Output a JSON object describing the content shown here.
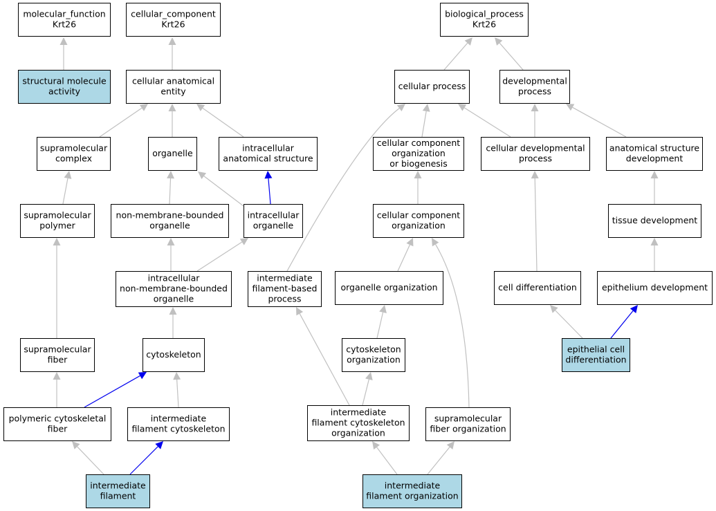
{
  "colors": {
    "highlight_fill": "#add8e6",
    "node_fill": "#ffffff",
    "node_border": "#000000",
    "edge_is_a": "#c0c0c0",
    "edge_part_of": "#0000ee"
  },
  "nodes": [
    {
      "id": "mf_root",
      "lines": [
        "molecular_function",
        "Krt26"
      ],
      "highlighted": false
    },
    {
      "id": "cc_root",
      "lines": [
        "cellular_component",
        "Krt26"
      ],
      "highlighted": false
    },
    {
      "id": "bp_root",
      "lines": [
        "biological_process",
        "Krt26"
      ],
      "highlighted": false
    },
    {
      "id": "structural_molecule_activity",
      "lines": [
        "structural molecule",
        "activity"
      ],
      "highlighted": true
    },
    {
      "id": "cellular_anatomical_entity",
      "lines": [
        "cellular anatomical",
        "entity"
      ],
      "highlighted": false
    },
    {
      "id": "cellular_process",
      "lines": [
        "cellular process"
      ],
      "highlighted": false
    },
    {
      "id": "developmental_process",
      "lines": [
        "developmental",
        "process"
      ],
      "highlighted": false
    },
    {
      "id": "supramolecular_complex",
      "lines": [
        "supramolecular",
        "complex"
      ],
      "highlighted": false
    },
    {
      "id": "organelle",
      "lines": [
        "organelle"
      ],
      "highlighted": false
    },
    {
      "id": "intracellular_anatomical_structure",
      "lines": [
        "intracellular",
        "anatomical structure"
      ],
      "highlighted": false
    },
    {
      "id": "cellular_component_organization_or_biogenesis",
      "lines": [
        "cellular component",
        "organization",
        "or biogenesis"
      ],
      "highlighted": false
    },
    {
      "id": "cellular_developmental_process",
      "lines": [
        "cellular developmental",
        "process"
      ],
      "highlighted": false
    },
    {
      "id": "anatomical_structure_development",
      "lines": [
        "anatomical structure",
        "development"
      ],
      "highlighted": false
    },
    {
      "id": "supramolecular_polymer",
      "lines": [
        "supramolecular",
        "polymer"
      ],
      "highlighted": false
    },
    {
      "id": "non_membrane_bounded_organelle",
      "lines": [
        "non-membrane-bounded",
        "organelle"
      ],
      "highlighted": false
    },
    {
      "id": "intracellular_organelle",
      "lines": [
        "intracellular",
        "organelle"
      ],
      "highlighted": false
    },
    {
      "id": "cellular_component_organization",
      "lines": [
        "cellular component",
        "organization"
      ],
      "highlighted": false
    },
    {
      "id": "tissue_development",
      "lines": [
        "tissue development"
      ],
      "highlighted": false
    },
    {
      "id": "intracellular_nmb_organelle",
      "lines": [
        "intracellular",
        "non-membrane-bounded",
        "organelle"
      ],
      "highlighted": false
    },
    {
      "id": "intermediate_filament_based_process",
      "lines": [
        "intermediate",
        "filament-based",
        "process"
      ],
      "highlighted": false
    },
    {
      "id": "organelle_organization",
      "lines": [
        "organelle organization"
      ],
      "highlighted": false
    },
    {
      "id": "cell_differentiation",
      "lines": [
        "cell differentiation"
      ],
      "highlighted": false
    },
    {
      "id": "epithelium_development",
      "lines": [
        "epithelium development"
      ],
      "highlighted": false
    },
    {
      "id": "supramolecular_fiber",
      "lines": [
        "supramolecular",
        "fiber"
      ],
      "highlighted": false
    },
    {
      "id": "cytoskeleton",
      "lines": [
        "cytoskeleton"
      ],
      "highlighted": false
    },
    {
      "id": "cytoskeleton_organization",
      "lines": [
        "cytoskeleton",
        "organization"
      ],
      "highlighted": false
    },
    {
      "id": "epithelial_cell_differentiation",
      "lines": [
        "epithelial cell",
        "differentiation"
      ],
      "highlighted": true
    },
    {
      "id": "polymeric_cytoskeletal_fiber",
      "lines": [
        "polymeric cytoskeletal",
        "fiber"
      ],
      "highlighted": false
    },
    {
      "id": "intermediate_filament_cytoskeleton",
      "lines": [
        "intermediate",
        "filament cytoskeleton"
      ],
      "highlighted": false
    },
    {
      "id": "if_cytoskeleton_organization",
      "lines": [
        "intermediate",
        "filament cytoskeleton",
        "organization"
      ],
      "highlighted": false
    },
    {
      "id": "supramolecular_fiber_organization",
      "lines": [
        "supramolecular",
        "fiber organization"
      ],
      "highlighted": false
    },
    {
      "id": "intermediate_filament",
      "lines": [
        "intermediate",
        "filament"
      ],
      "highlighted": true
    },
    {
      "id": "intermediate_filament_organization",
      "lines": [
        "intermediate",
        "filament organization"
      ],
      "highlighted": true
    }
  ],
  "edges": [
    {
      "from": "structural_molecule_activity",
      "to": "mf_root",
      "type": "is_a"
    },
    {
      "from": "cellular_anatomical_entity",
      "to": "cc_root",
      "type": "is_a"
    },
    {
      "from": "cellular_process",
      "to": "bp_root",
      "type": "is_a"
    },
    {
      "from": "developmental_process",
      "to": "bp_root",
      "type": "is_a"
    },
    {
      "from": "supramolecular_complex",
      "to": "cellular_anatomical_entity",
      "type": "is_a"
    },
    {
      "from": "organelle",
      "to": "cellular_anatomical_entity",
      "type": "is_a"
    },
    {
      "from": "intracellular_anatomical_structure",
      "to": "cellular_anatomical_entity",
      "type": "is_a"
    },
    {
      "from": "cellular_component_organization_or_biogenesis",
      "to": "cellular_process",
      "type": "is_a"
    },
    {
      "from": "cellular_developmental_process",
      "to": "cellular_process",
      "type": "is_a"
    },
    {
      "from": "cellular_developmental_process",
      "to": "developmental_process",
      "type": "is_a"
    },
    {
      "from": "anatomical_structure_development",
      "to": "developmental_process",
      "type": "is_a"
    },
    {
      "from": "supramolecular_polymer",
      "to": "supramolecular_complex",
      "type": "is_a"
    },
    {
      "from": "non_membrane_bounded_organelle",
      "to": "organelle",
      "type": "is_a"
    },
    {
      "from": "intracellular_organelle",
      "to": "organelle",
      "type": "is_a"
    },
    {
      "from": "intracellular_organelle",
      "to": "intracellular_anatomical_structure",
      "type": "part_of"
    },
    {
      "from": "cellular_component_organization",
      "to": "cellular_component_organization_or_biogenesis",
      "type": "is_a"
    },
    {
      "from": "tissue_development",
      "to": "anatomical_structure_development",
      "type": "is_a"
    },
    {
      "from": "intracellular_nmb_organelle",
      "to": "non_membrane_bounded_organelle",
      "type": "is_a"
    },
    {
      "from": "intracellular_nmb_organelle",
      "to": "intracellular_organelle",
      "type": "is_a"
    },
    {
      "from": "intermediate_filament_based_process",
      "to": "cellular_process",
      "type": "is_a"
    },
    {
      "from": "organelle_organization",
      "to": "cellular_component_organization",
      "type": "is_a"
    },
    {
      "from": "cell_differentiation",
      "to": "cellular_developmental_process",
      "type": "is_a"
    },
    {
      "from": "epithelium_development",
      "to": "tissue_development",
      "type": "is_a"
    },
    {
      "from": "supramolecular_fiber",
      "to": "supramolecular_polymer",
      "type": "is_a"
    },
    {
      "from": "cytoskeleton",
      "to": "intracellular_nmb_organelle",
      "type": "is_a"
    },
    {
      "from": "cytoskeleton_organization",
      "to": "organelle_organization",
      "type": "is_a"
    },
    {
      "from": "epithelial_cell_differentiation",
      "to": "cell_differentiation",
      "type": "is_a"
    },
    {
      "from": "epithelial_cell_differentiation",
      "to": "epithelium_development",
      "type": "part_of"
    },
    {
      "from": "polymeric_cytoskeletal_fiber",
      "to": "supramolecular_fiber",
      "type": "is_a"
    },
    {
      "from": "polymeric_cytoskeletal_fiber",
      "to": "cytoskeleton",
      "type": "part_of"
    },
    {
      "from": "intermediate_filament_cytoskeleton",
      "to": "cytoskeleton",
      "type": "is_a"
    },
    {
      "from": "if_cytoskeleton_organization",
      "to": "cytoskeleton_organization",
      "type": "is_a"
    },
    {
      "from": "if_cytoskeleton_organization",
      "to": "intermediate_filament_based_process",
      "type": "is_a"
    },
    {
      "from": "supramolecular_fiber_organization",
      "to": "cellular_component_organization",
      "type": "is_a"
    },
    {
      "from": "intermediate_filament",
      "to": "polymeric_cytoskeletal_fiber",
      "type": "is_a"
    },
    {
      "from": "intermediate_filament",
      "to": "intermediate_filament_cytoskeleton",
      "type": "part_of"
    },
    {
      "from": "intermediate_filament_organization",
      "to": "if_cytoskeleton_organization",
      "type": "is_a"
    },
    {
      "from": "intermediate_filament_organization",
      "to": "supramolecular_fiber_organization",
      "type": "is_a"
    }
  ]
}
